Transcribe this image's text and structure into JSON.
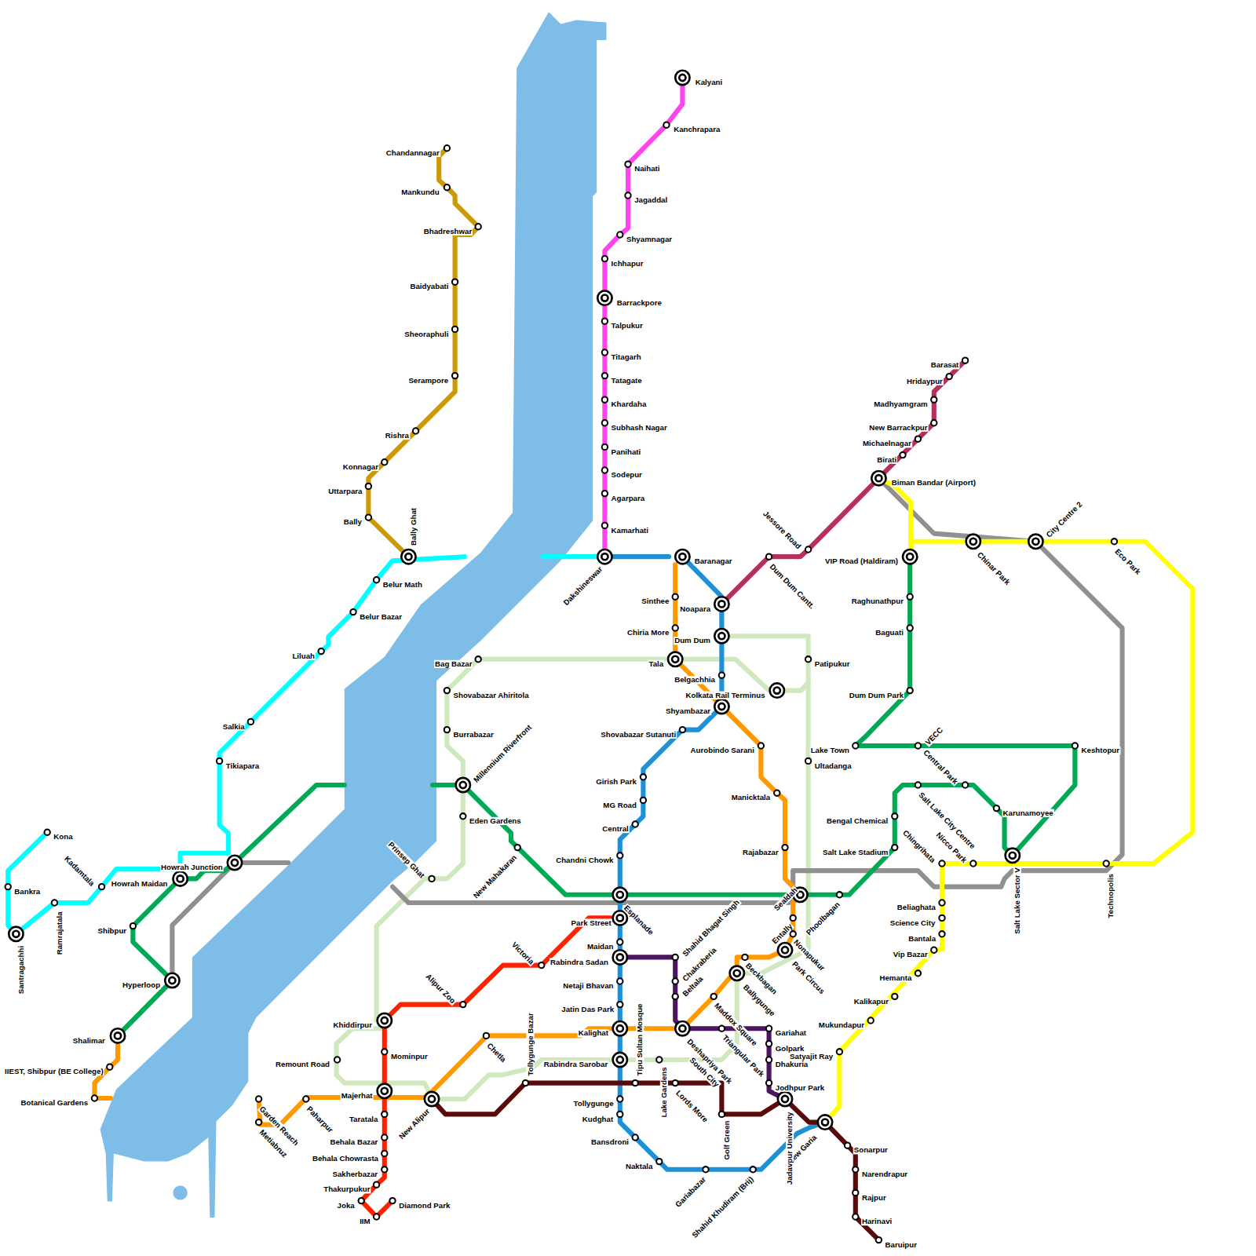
{
  "diagram": {
    "labels": [
      "Chandannagar",
      "Mankundu",
      "Bhadreshwar",
      "Baidyabati",
      "Sheoraphuli",
      "Serampore",
      "Rishra",
      "Konnagar",
      "Uttarpara",
      "Bally",
      "Bally Ghat",
      "Belur Math",
      "Belur Bazar",
      "Liluah",
      "Salkia",
      "Tikiapara",
      "Kona",
      "Bankra",
      "Kadamtala",
      "Ramrajatala",
      "Santragachhi",
      "Howrah Junction",
      "Howrah Maidan",
      "Shibpur",
      "Hyperloop",
      "Shalimar",
      "IIEST, Shibpur (BE College)",
      "Botanical Gardens",
      "Millennium Riverfront",
      "Eden Gardens",
      "New Mahakaran",
      "Prinsep Ghat",
      "Bag Bazar",
      "Shovabazar Ahiritola",
      "Burrabazar",
      "Khiddirpur",
      "Mominpur",
      "Remount Road",
      "Majerhat",
      "Taratala",
      "Behala Bazar",
      "Behala Chowrasta",
      "Sakherbazar",
      "Thakurpukur",
      "Joka",
      "IIM",
      "Diamond Park",
      "Alipur Zoo",
      "Victoria",
      "Park Street",
      "Chetla",
      "Tollygunge Bazar",
      "New Alipur",
      "Paharpur",
      "Garden Reach",
      "Metiabruz",
      "Dakshineswar",
      "Baranagar",
      "Noapara",
      "Dum Dum",
      "Belgachhia",
      "Kolkata Rail Terminus",
      "Shyambazar",
      "Shovabazar Sutanuti",
      "Girish Park",
      "MG Road",
      "Central",
      "Chandni Chowk",
      "Esplanade",
      "Maidan",
      "Rabindra Sadan",
      "Netaji Bhavan",
      "Jatin Das Park",
      "Kalighat",
      "Rabindra Sarobar",
      "Tollygunge",
      "Kudghat",
      "Bansdroni",
      "Naktala",
      "Gariabazar",
      "Shahid Khudiram (Brij)",
      "New Garia",
      "Jadavpur University",
      "Kalyani",
      "Kanchrapara",
      "Naihati",
      "Jagaddal",
      "Shyamnagar",
      "Ichhapur",
      "Barrackpore",
      "Talpukur",
      "Titagarh",
      "Tatagate",
      "Khardaha",
      "Subhash Nagar",
      "Panihati",
      "Sodepur",
      "Agarpara",
      "Kamarhati",
      "Sinthee",
      "Chiria More",
      "Tala",
      "Aurobindo Sarani",
      "Manicktala",
      "Rajabazar",
      "Sealdah",
      "Entally",
      "Nonapukur",
      "Park Circus",
      "Beckbagan",
      "Ballygunge",
      "Maddox Square",
      "Deshapriya Park",
      "Triangular Park",
      "South City",
      "Lake Gardens",
      "Lords More",
      "Tipu Sultan Mosque",
      "Golf Green",
      "Shahid Bhagat Singh",
      "Chakraberia",
      "Beltala",
      "Gariahat",
      "Golpark",
      "Dhakuria",
      "Jodhpur Park",
      "Sonarpur",
      "Narendrapur",
      "Rajpur",
      "Harinavi",
      "Baruipur",
      "Patipukur",
      "Ultadanga",
      "Phoolbagan",
      "Salt Lake Stadium",
      "Bengal Chemical",
      "Lake Town",
      "VECC",
      "Keshtopur",
      "Central Park",
      "Salt Lake City Centre",
      "Karunamoyee",
      "Dum Dum Park",
      "Baguati",
      "Raghunathpur",
      "VIP Road (Haldiram)",
      "Salt Lake Sector V",
      "Chinar Park",
      "City Centre 2",
      "Eco Park",
      "Technopolis",
      "Nicco Park",
      "Chingrihata",
      "Beliaghata",
      "Science City",
      "Bantala",
      "Vip Bazar",
      "Hemanta",
      "Kalikapur",
      "Mukundapur",
      "Satyajit Ray",
      "Barasat",
      "Hridaypur",
      "Madhyamgram",
      "New Barrackpur",
      "Michaelnagar",
      "Birati",
      "Biman Bandar (Airport)",
      "Jessore Road",
      "Dum Dum Cantt."
    ]
  }
}
